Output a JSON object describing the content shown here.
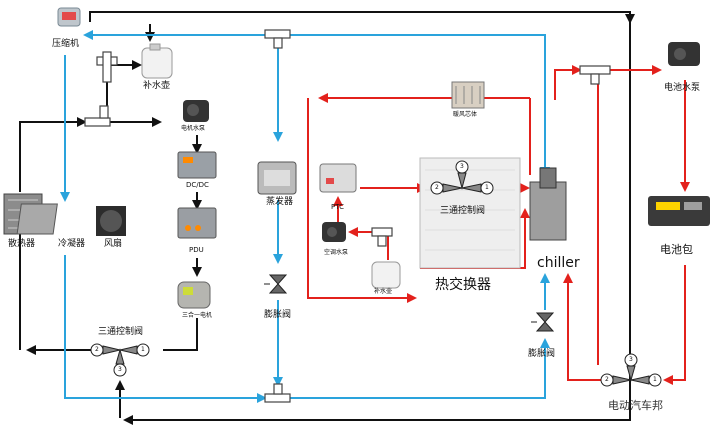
{
  "components": {
    "compressor": "压缩机",
    "water_tank": "补水壶",
    "motor_pump": "电机水泵",
    "dcdc": "DC/DC",
    "pdu": "PDU",
    "three_in_one_motor": "三合一电机",
    "radiator": "散热器",
    "condenser": "冷凝器",
    "fan": "风扇",
    "evaporator": "蒸发器",
    "expansion_valve_left": "膨胀阀",
    "heater_core": "暖风芯体",
    "ptc": "PTC",
    "ac_pump": "空调水泵",
    "water_tank_2": "补水壶",
    "heat_exchanger": "热交换器",
    "chiller": "chiller",
    "expansion_valve_right": "膨胀阀",
    "battery_pump": "电池水泵",
    "battery_pack": "电池包"
  },
  "valves": {
    "label_left": "三通控制阀",
    "label_mid": "三通控制阀",
    "port_1": "1",
    "port_2": "2",
    "port_3": "3"
  },
  "watermark": "电动汽车邦",
  "colors": {
    "black_line": "#111111",
    "blue_line": "#2aa3dc",
    "red_line": "#e3211c"
  }
}
